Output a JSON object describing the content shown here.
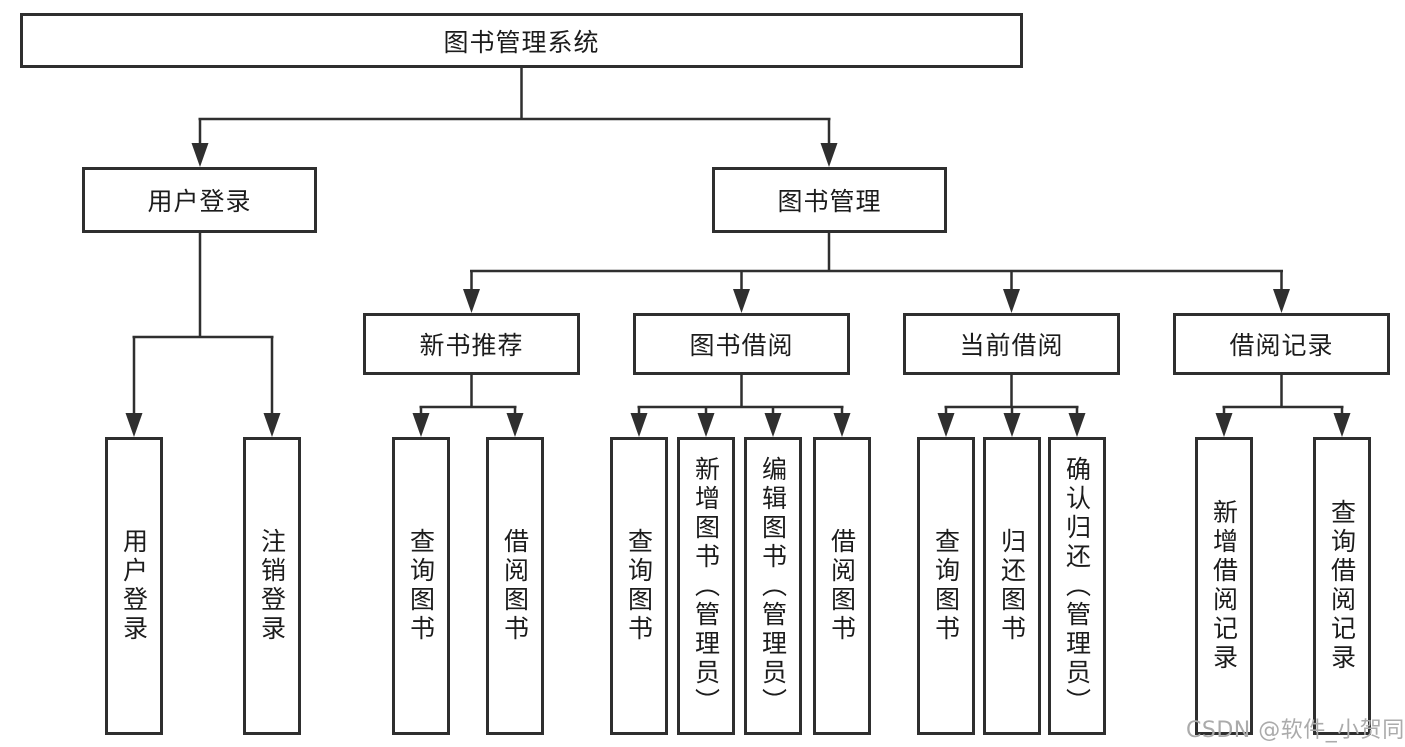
{
  "diagram": {
    "watermark": "CSDN @软件_小贺同学",
    "colors": {
      "line": "#2f2f2f",
      "text": "#1c1c1c",
      "background": "#ffffff",
      "watermark": "#ababab"
    },
    "tree": {
      "label": "图书管理系统",
      "children": [
        {
          "label": "用户登录",
          "children": [
            {
              "label": "用户登录"
            },
            {
              "label": "注销登录"
            }
          ]
        },
        {
          "label": "图书管理",
          "children": [
            {
              "label": "新书推荐",
              "children": [
                {
                  "label": "查询图书"
                },
                {
                  "label": "借阅图书"
                }
              ]
            },
            {
              "label": "图书借阅",
              "children": [
                {
                  "label": "查询图书"
                },
                {
                  "label": "新增图书（管理员）"
                },
                {
                  "label": "编辑图书（管理员）"
                },
                {
                  "label": "借阅图书"
                }
              ]
            },
            {
              "label": "当前借阅",
              "children": [
                {
                  "label": "查询图书"
                },
                {
                  "label": "归还图书"
                },
                {
                  "label": "确认归还（管理员）"
                }
              ]
            },
            {
              "label": "借阅记录",
              "children": [
                {
                  "label": "新增借阅记录"
                },
                {
                  "label": "查询借阅记录"
                }
              ]
            }
          ]
        }
      ]
    }
  }
}
